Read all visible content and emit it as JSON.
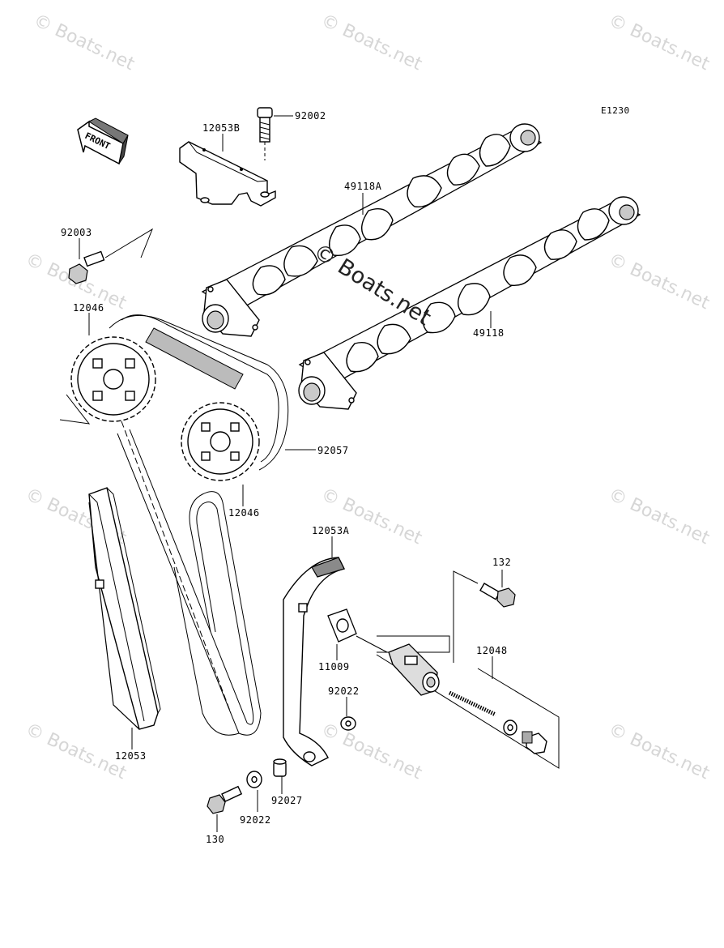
{
  "diagram": {
    "code": "E1230",
    "front_label": "FRONT",
    "watermark": "© Boats.net",
    "parts": [
      {
        "id": "92002",
        "label": "92002"
      },
      {
        "id": "12053B",
        "label": "12053B"
      },
      {
        "id": "49118A",
        "label": "49118A"
      },
      {
        "id": "92003",
        "label": "92003"
      },
      {
        "id": "12046-upper",
        "label": "12046"
      },
      {
        "id": "49118",
        "label": "49118"
      },
      {
        "id": "92057",
        "label": "92057"
      },
      {
        "id": "12046-lower",
        "label": "12046"
      },
      {
        "id": "12053A",
        "label": "12053A"
      },
      {
        "id": "132",
        "label": "132"
      },
      {
        "id": "12048",
        "label": "12048"
      },
      {
        "id": "11009",
        "label": "11009"
      },
      {
        "id": "92022-upper",
        "label": "92022"
      },
      {
        "id": "12053",
        "label": "12053"
      },
      {
        "id": "92027",
        "label": "92027"
      },
      {
        "id": "92022-lower",
        "label": "92022"
      },
      {
        "id": "130",
        "label": "130"
      }
    ]
  }
}
